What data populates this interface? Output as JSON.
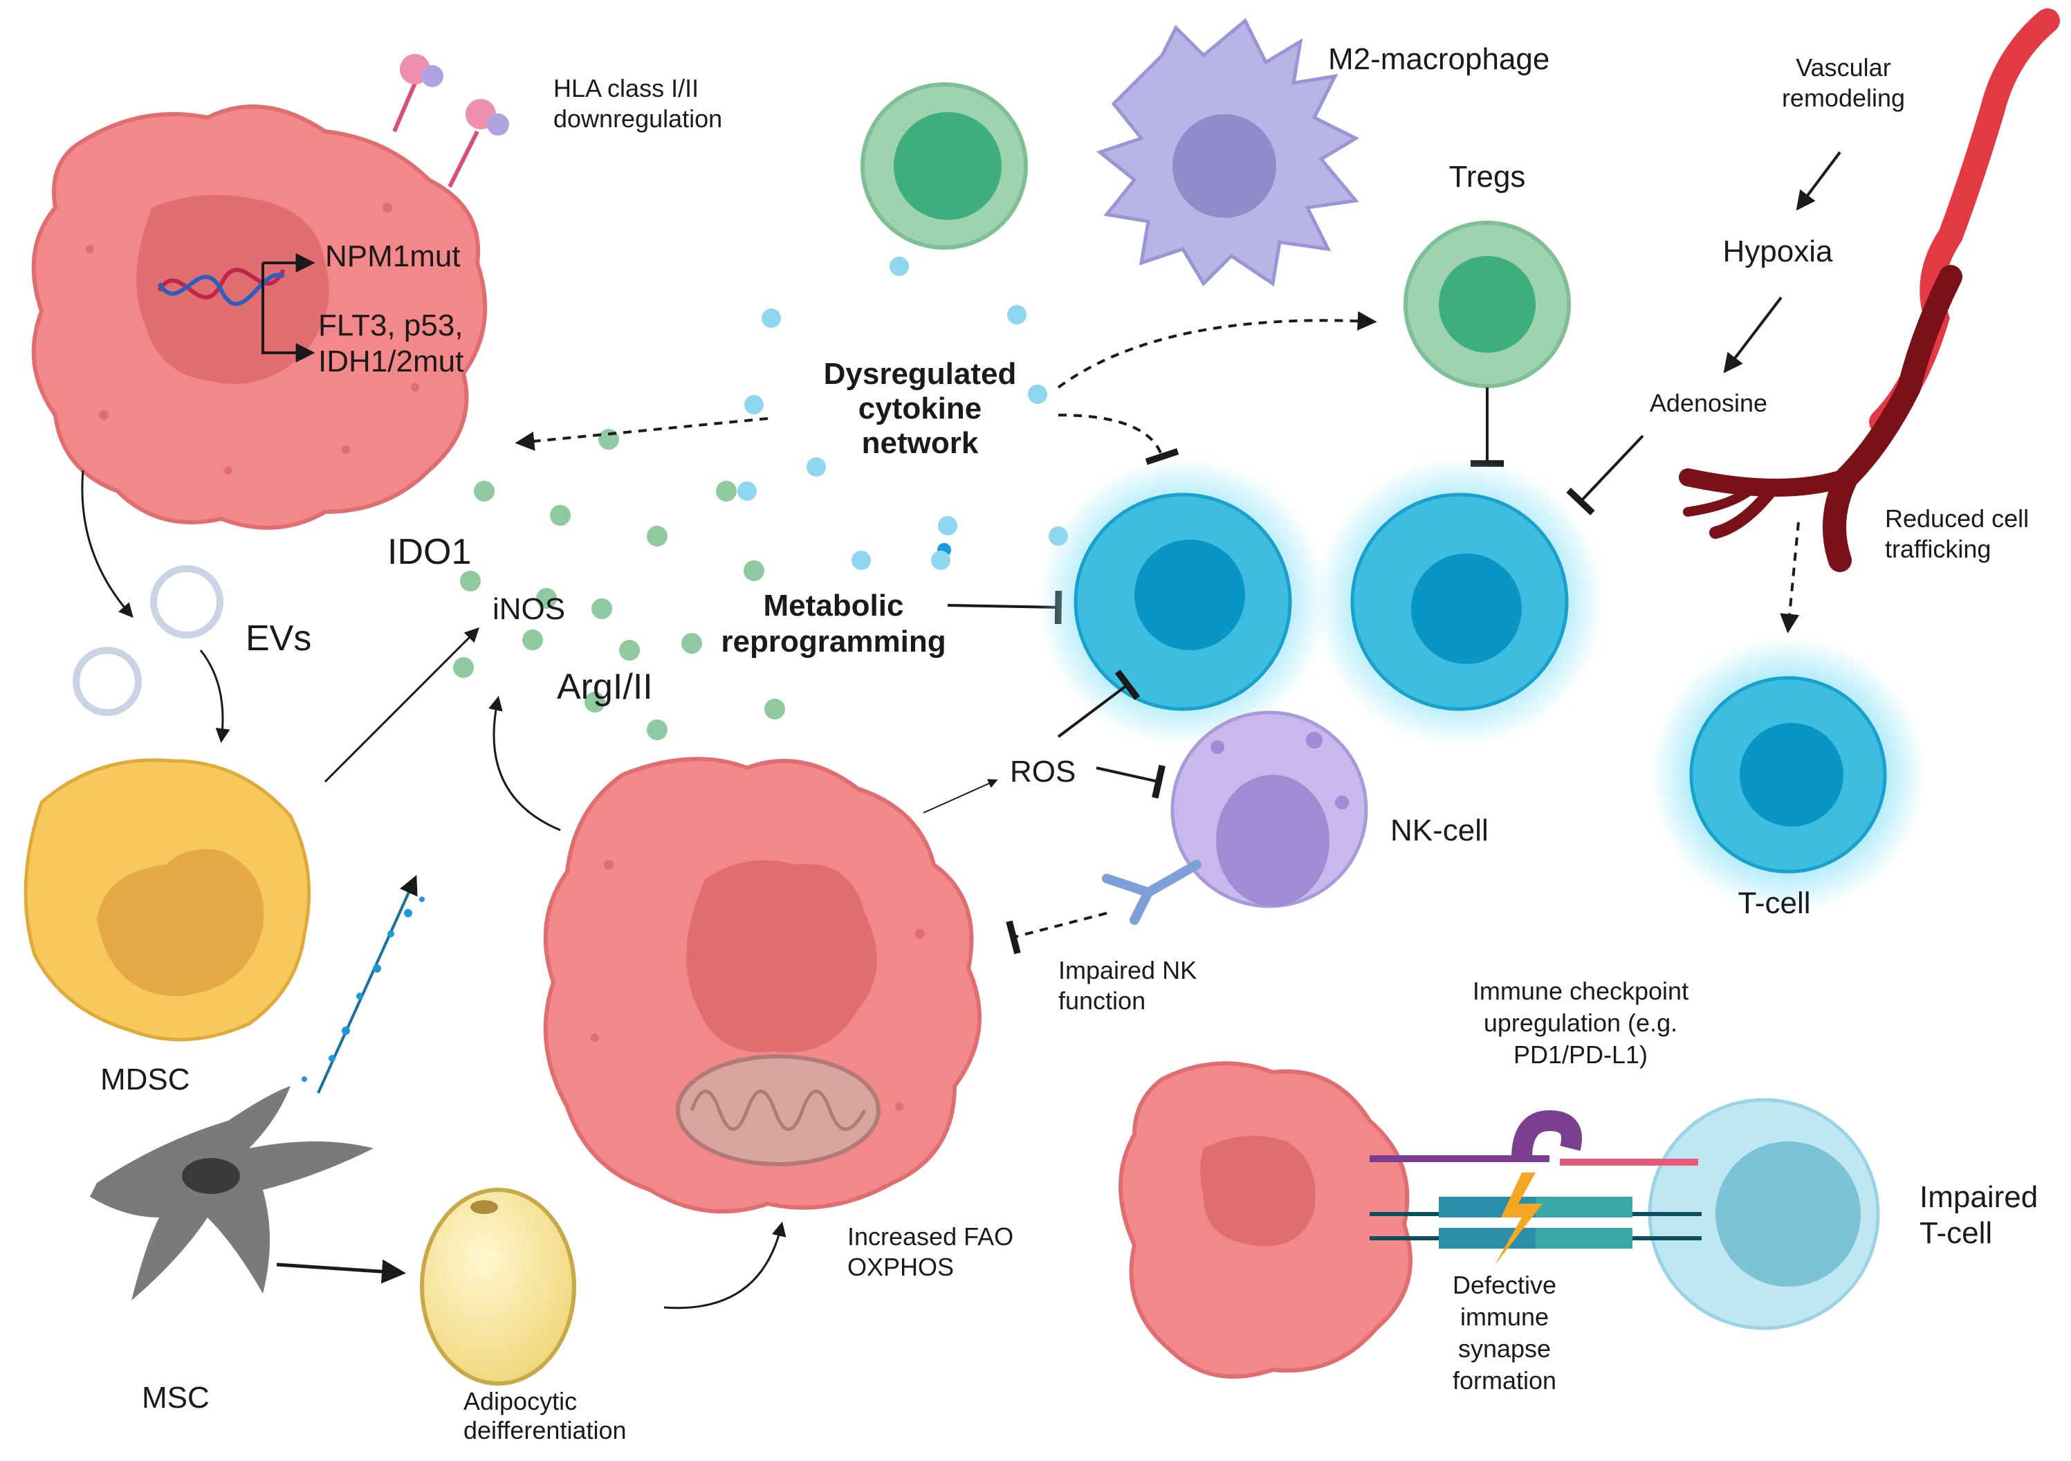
{
  "labels": {
    "hla": [
      "HLA class I/II",
      "downregulation"
    ],
    "npm1": "NPM1mut",
    "flt3": [
      "FLT3, p53,",
      "IDH1/2mut"
    ],
    "evs": "EVs",
    "mdsc": "MDSC",
    "msc": "MSC",
    "ido1": "IDO1",
    "inos": "iNOS",
    "arg": "ArgI/II",
    "cytokine": [
      "Dysregulated",
      "cytokine",
      "network"
    ],
    "metabolic": [
      "Metabolic",
      "reprogramming"
    ],
    "m2": "M2-macrophage",
    "tregs": "Tregs",
    "vascular": [
      "Vascular",
      "remodeling"
    ],
    "hypoxia": "Hypoxia",
    "adenosine": "Adenosine",
    "reduced": [
      "Reduced cell",
      "trafficking"
    ],
    "tcell": "T-cell",
    "ros": "ROS",
    "nkcell": "NK-cell",
    "impaired_nk": [
      "Impaired NK",
      "function"
    ],
    "fao": [
      "Increased FAO",
      "OXPHOS"
    ],
    "adipocytic": [
      "Adipocytic",
      "deifferentiation"
    ],
    "checkpoint": [
      "Immune checkpoint",
      "upregulation (e.g.",
      "PD1/PD-L1)"
    ],
    "impaired_t": [
      "Impaired",
      "T-cell"
    ],
    "synapse": [
      "Defective",
      "immune",
      "synapse",
      "formation"
    ]
  },
  "colors": {
    "blast_red": "#f2888a",
    "blast_nucleus": "#e06d70",
    "tcell_blue": "#3dbde0",
    "tcell_nucleus": "#0a96c4",
    "treg_green": "#9fd3b0",
    "treg_nucleus": "#3fae7f",
    "m2_purple": "#b7b4e6",
    "nk_purple": "#c9b8ec",
    "mdsc_yellow": "#f7c85c",
    "msc_gray": "#7a7a7a",
    "vessel_red": "#e23a45",
    "vessel_dark": "#7a1018",
    "dot_green": "#8fc9a0",
    "dot_blue": "#8fd6ef"
  }
}
